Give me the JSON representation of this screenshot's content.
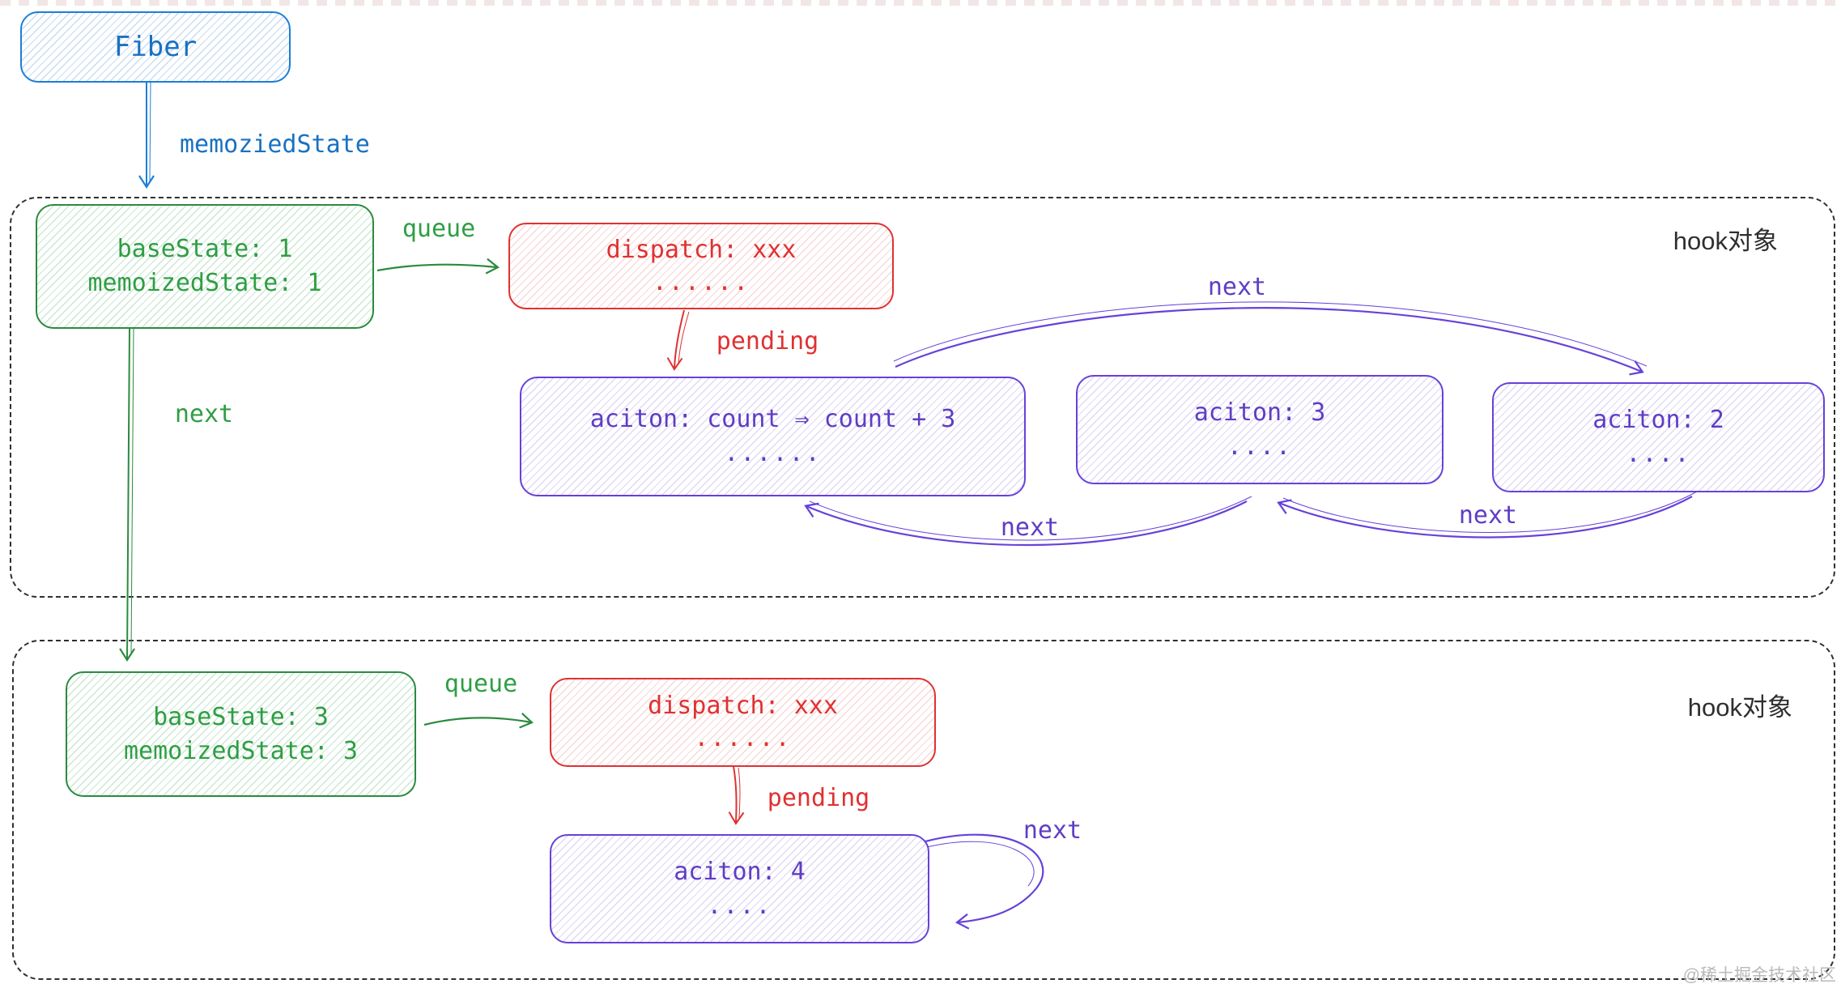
{
  "diagram": {
    "fiber": {
      "label": "Fiber"
    },
    "edges": {
      "memozied_label": "memoziedState",
      "queue1_label": "queue",
      "pending1_label": "pending",
      "next_green_label": "next",
      "next_top_label": "next",
      "next_left_label": "next",
      "next_mid_label": "next",
      "queue2_label": "queue",
      "pending2_label": "pending",
      "next_loop_label": "next"
    },
    "hook1": {
      "title": "hook对象",
      "state": {
        "line1": "baseState: 1",
        "line2": "memoizedState: 1"
      },
      "dispatch": {
        "line1": "dispatch: xxx",
        "line2": "......"
      },
      "update1": {
        "line1": "aciton: count ⇒ count + 3",
        "line2": "......"
      },
      "update2": {
        "line1": "aciton: 3",
        "line2": "...."
      },
      "update3": {
        "line1": "aciton: 2",
        "line2": "...."
      }
    },
    "hook2": {
      "title": "hook对象",
      "state": {
        "line1": "baseState: 3",
        "line2": "memoizedState: 3"
      },
      "dispatch": {
        "line1": "dispatch: xxx",
        "line2": "......"
      },
      "update1": {
        "line1": "aciton: 4",
        "line2": "...."
      }
    },
    "watermark": "@稀土掘金技术社区",
    "colors": {
      "blue": "#1971c2",
      "green": "#2f9e44",
      "red": "#e03131",
      "purple": "#6741d9",
      "dark": "#2f2f2f",
      "watermark_gray": "#b9b9b9"
    }
  }
}
